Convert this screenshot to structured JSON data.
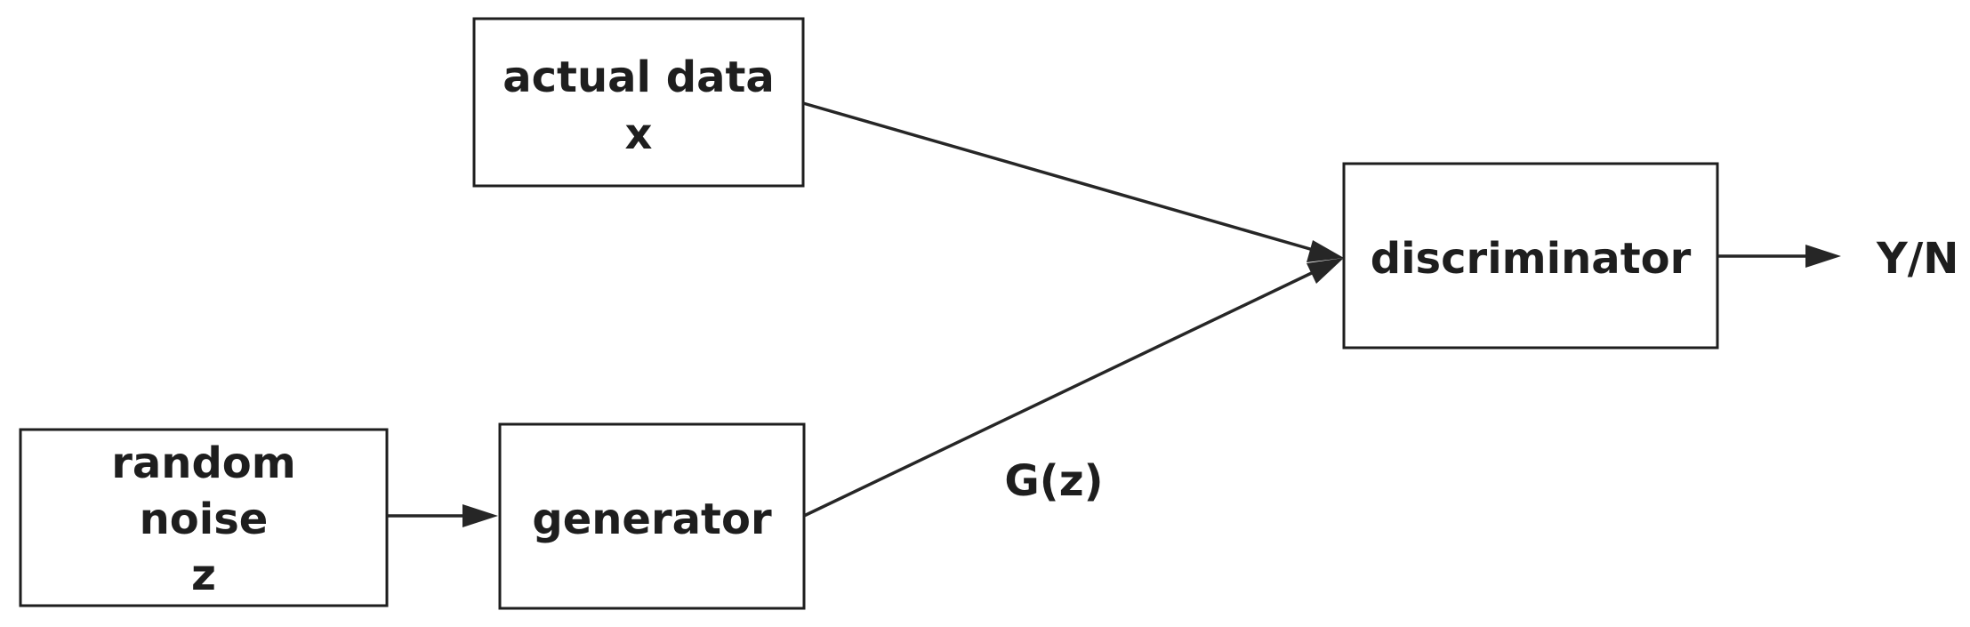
{
  "nodes": {
    "actual_data": {
      "line1": "actual data",
      "line2": "x"
    },
    "random_noise": {
      "line1": "random",
      "line2": "noise",
      "line3": "z"
    },
    "generator": {
      "label": "generator"
    },
    "discriminator": {
      "label": "discriminator"
    }
  },
  "edge_labels": {
    "generator_output": "G(z)"
  },
  "output": {
    "label": "Y/N"
  }
}
